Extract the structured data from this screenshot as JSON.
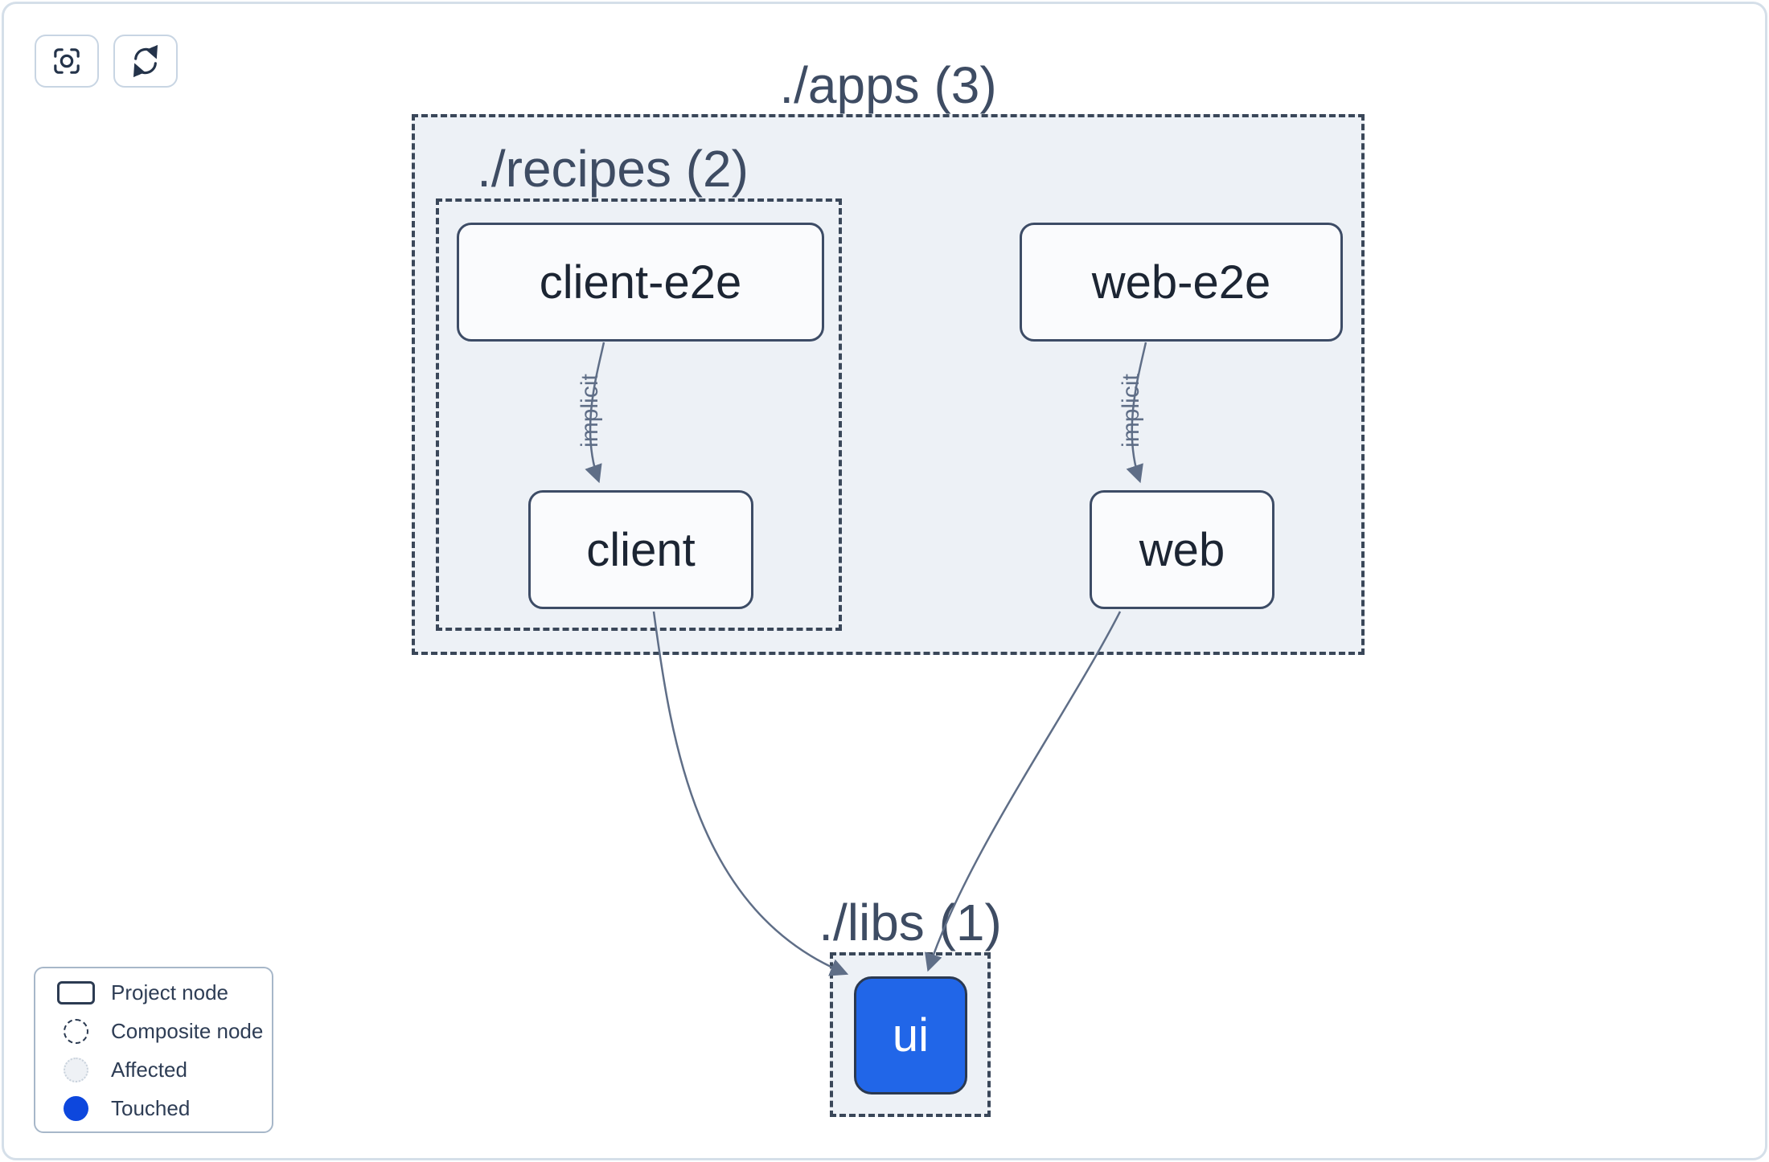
{
  "toolbar": {
    "buttons": [
      {
        "icon": "focus-icon"
      },
      {
        "icon": "refresh-icon"
      }
    ]
  },
  "graph": {
    "groups": {
      "apps": {
        "label": "./apps (3)"
      },
      "recipes": {
        "label": "./recipes (2)"
      },
      "libs": {
        "label": "./libs (1)"
      }
    },
    "nodes": {
      "client_e2e": {
        "label": "client-e2e",
        "state": "default"
      },
      "web_e2e": {
        "label": "web-e2e",
        "state": "default"
      },
      "client": {
        "label": "client",
        "state": "default"
      },
      "web": {
        "label": "web",
        "state": "default"
      },
      "ui": {
        "label": "ui",
        "state": "touched"
      }
    },
    "edges": [
      {
        "source": "client-e2e",
        "target": "client",
        "label": "implicit"
      },
      {
        "source": "web-e2e",
        "target": "web",
        "label": "implicit"
      },
      {
        "source": "client",
        "target": "ui",
        "label": ""
      },
      {
        "source": "web",
        "target": "ui",
        "label": ""
      }
    ]
  },
  "legend": {
    "items": [
      {
        "icon": "project-node-swatch-icon",
        "label": "Project node"
      },
      {
        "icon": "composite-node-swatch-icon",
        "label": "Composite node"
      },
      {
        "icon": "affected-swatch-icon",
        "label": "Affected"
      },
      {
        "icon": "touched-swatch-icon",
        "label": "Touched"
      }
    ]
  },
  "colors": {
    "touched_node_fill": "#2166e8",
    "touched_legend_fill": "#0d47dd",
    "affected_legend_fill": "#eef1f5",
    "composite_group_fill": "#edf1f6",
    "project_node_fill": "#fafbfd",
    "dark_border": "#3a4759",
    "edge_stroke": "#5f6e87",
    "canvas_border": "#d5dfe9"
  }
}
